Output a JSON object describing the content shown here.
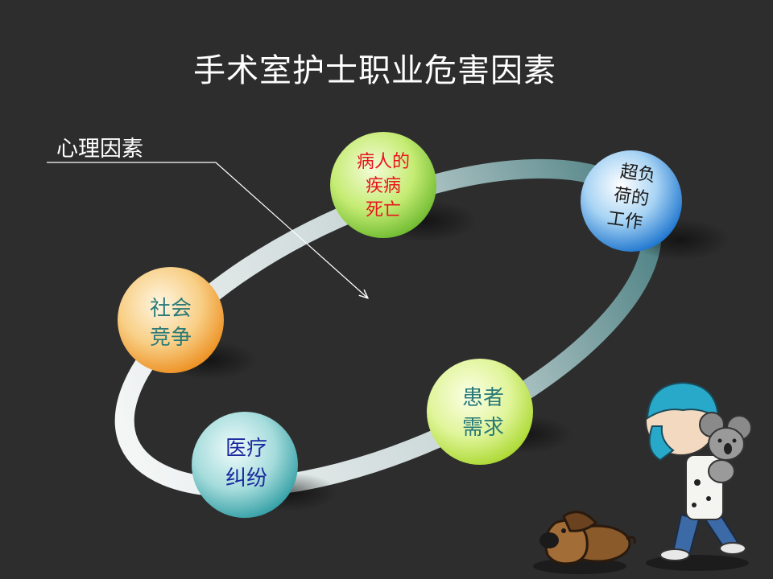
{
  "slide": {
    "title": "手术室护士职业危害因素",
    "subtitle": "心理因素"
  },
  "nodes": [
    {
      "id": "patient-death",
      "lines": [
        "病人的",
        "疾病",
        "死亡"
      ],
      "text_color": "#e8141e",
      "fill": "#8fd13b"
    },
    {
      "id": "overload-work",
      "lines": [
        "超负",
        "荷的",
        "工作"
      ],
      "text_color": "#1a1a1a",
      "fill": "#1f7fd6"
    },
    {
      "id": "social-competition",
      "lines": [
        "社会",
        "竞争"
      ],
      "text_color": "#2a7a78",
      "fill": "#f09a26"
    },
    {
      "id": "patient-demand",
      "lines": [
        "患者",
        "需求"
      ],
      "text_color": "#2a7a78",
      "fill": "#b7e23d"
    },
    {
      "id": "medical-dispute",
      "lines": [
        "医疗",
        "纠纷"
      ],
      "text_color": "#1a2a9e",
      "fill": "#3ab0b4"
    }
  ],
  "colors": {
    "background": "#2d2d2d",
    "ring_light": "#eef2f2",
    "ring_dark": "#5d8a8c"
  }
}
